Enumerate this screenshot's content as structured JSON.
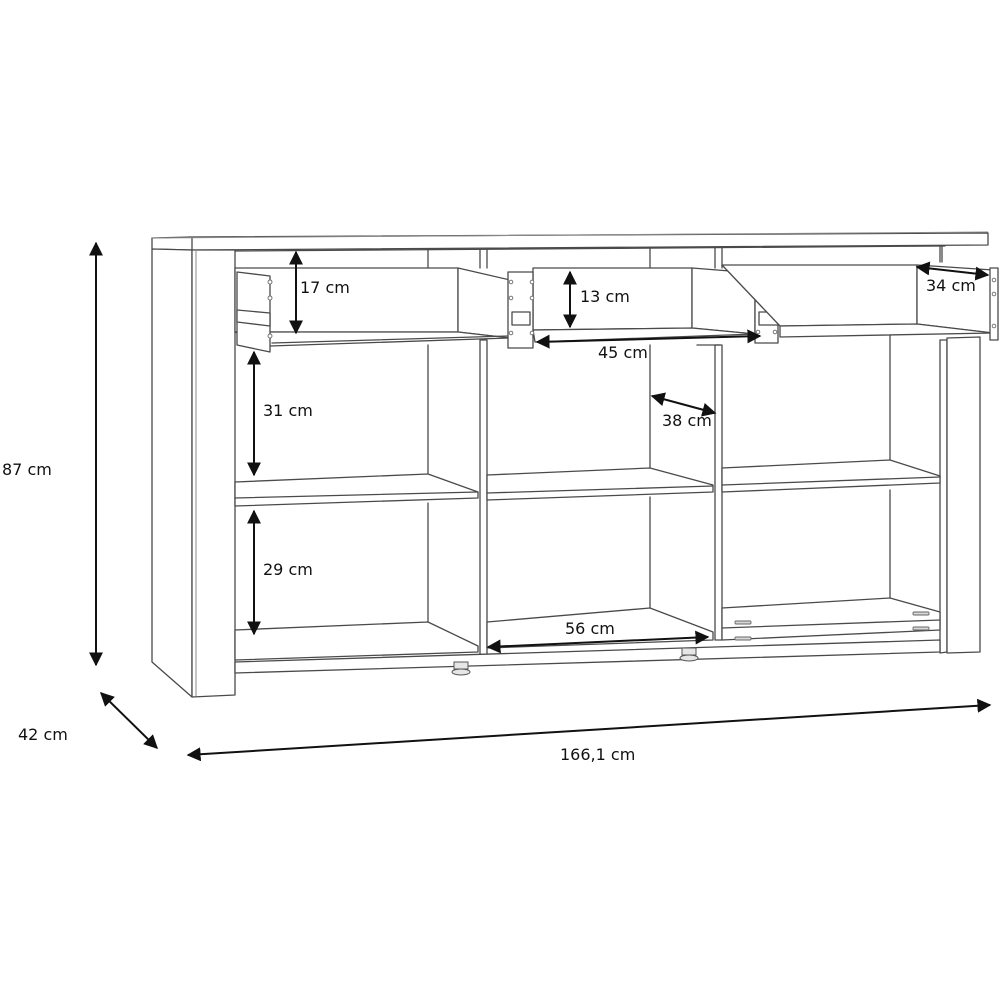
{
  "diagram": {
    "subject": "3-drawer sideboard with open shelving",
    "line_color": "#4a4a4a",
    "arrow_color": "#111111",
    "background": "#ffffff"
  },
  "dimensions": {
    "height": {
      "label": "87 cm"
    },
    "depth": {
      "label": "42 cm"
    },
    "width": {
      "label": "166,1 cm"
    },
    "drawer_left_height": {
      "label": "17 cm"
    },
    "drawer_middle_height": {
      "label": "13 cm"
    },
    "drawer_inner_width": {
      "label": "45 cm"
    },
    "drawer_right_depth": {
      "label": "34 cm"
    },
    "compartment_depth": {
      "label": "38 cm"
    },
    "upper_compartment_height": {
      "label": "31 cm"
    },
    "lower_compartment_height": {
      "label": "29 cm"
    },
    "compartment_width": {
      "label": "56 cm"
    }
  }
}
